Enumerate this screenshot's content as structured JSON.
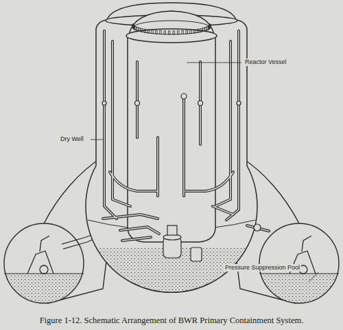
{
  "diagram": {
    "caption": "Figure 1-12. Schematic Arrangement of BWR Primary Containment System.",
    "labels": [
      "Dry Well",
      "Reactor Vessel",
      "Pressure Suppression Pool"
    ]
  }
}
